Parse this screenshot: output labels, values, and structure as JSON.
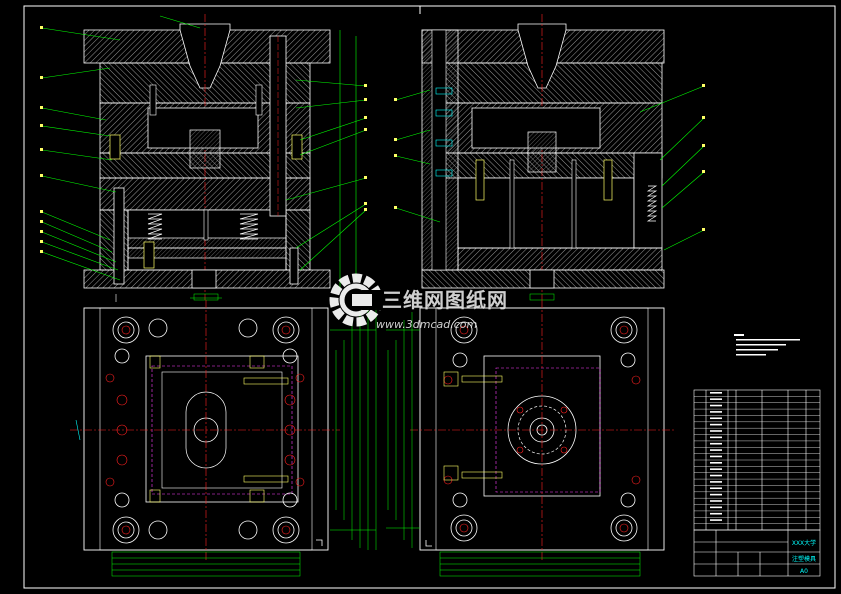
{
  "watermark": {
    "brand": "三维网图纸网",
    "url": "www.3dmcad.com",
    "logo_color": "#ffffff",
    "text_color": "#e0e0e0"
  },
  "title_block": {
    "school": "XXX大学",
    "drawing_name": "注塑模具",
    "sheet_size": "A0"
  },
  "colors": {
    "background": "#000000",
    "frame": "#ffffff",
    "section_lines": "#ffffff",
    "leaders": "#00ff00",
    "center_lines": "#ff2020",
    "dimensions": "#00ff00",
    "hidden_lines": "#ff40ff",
    "parts": "#ffff66",
    "accents": "#00ffff"
  }
}
